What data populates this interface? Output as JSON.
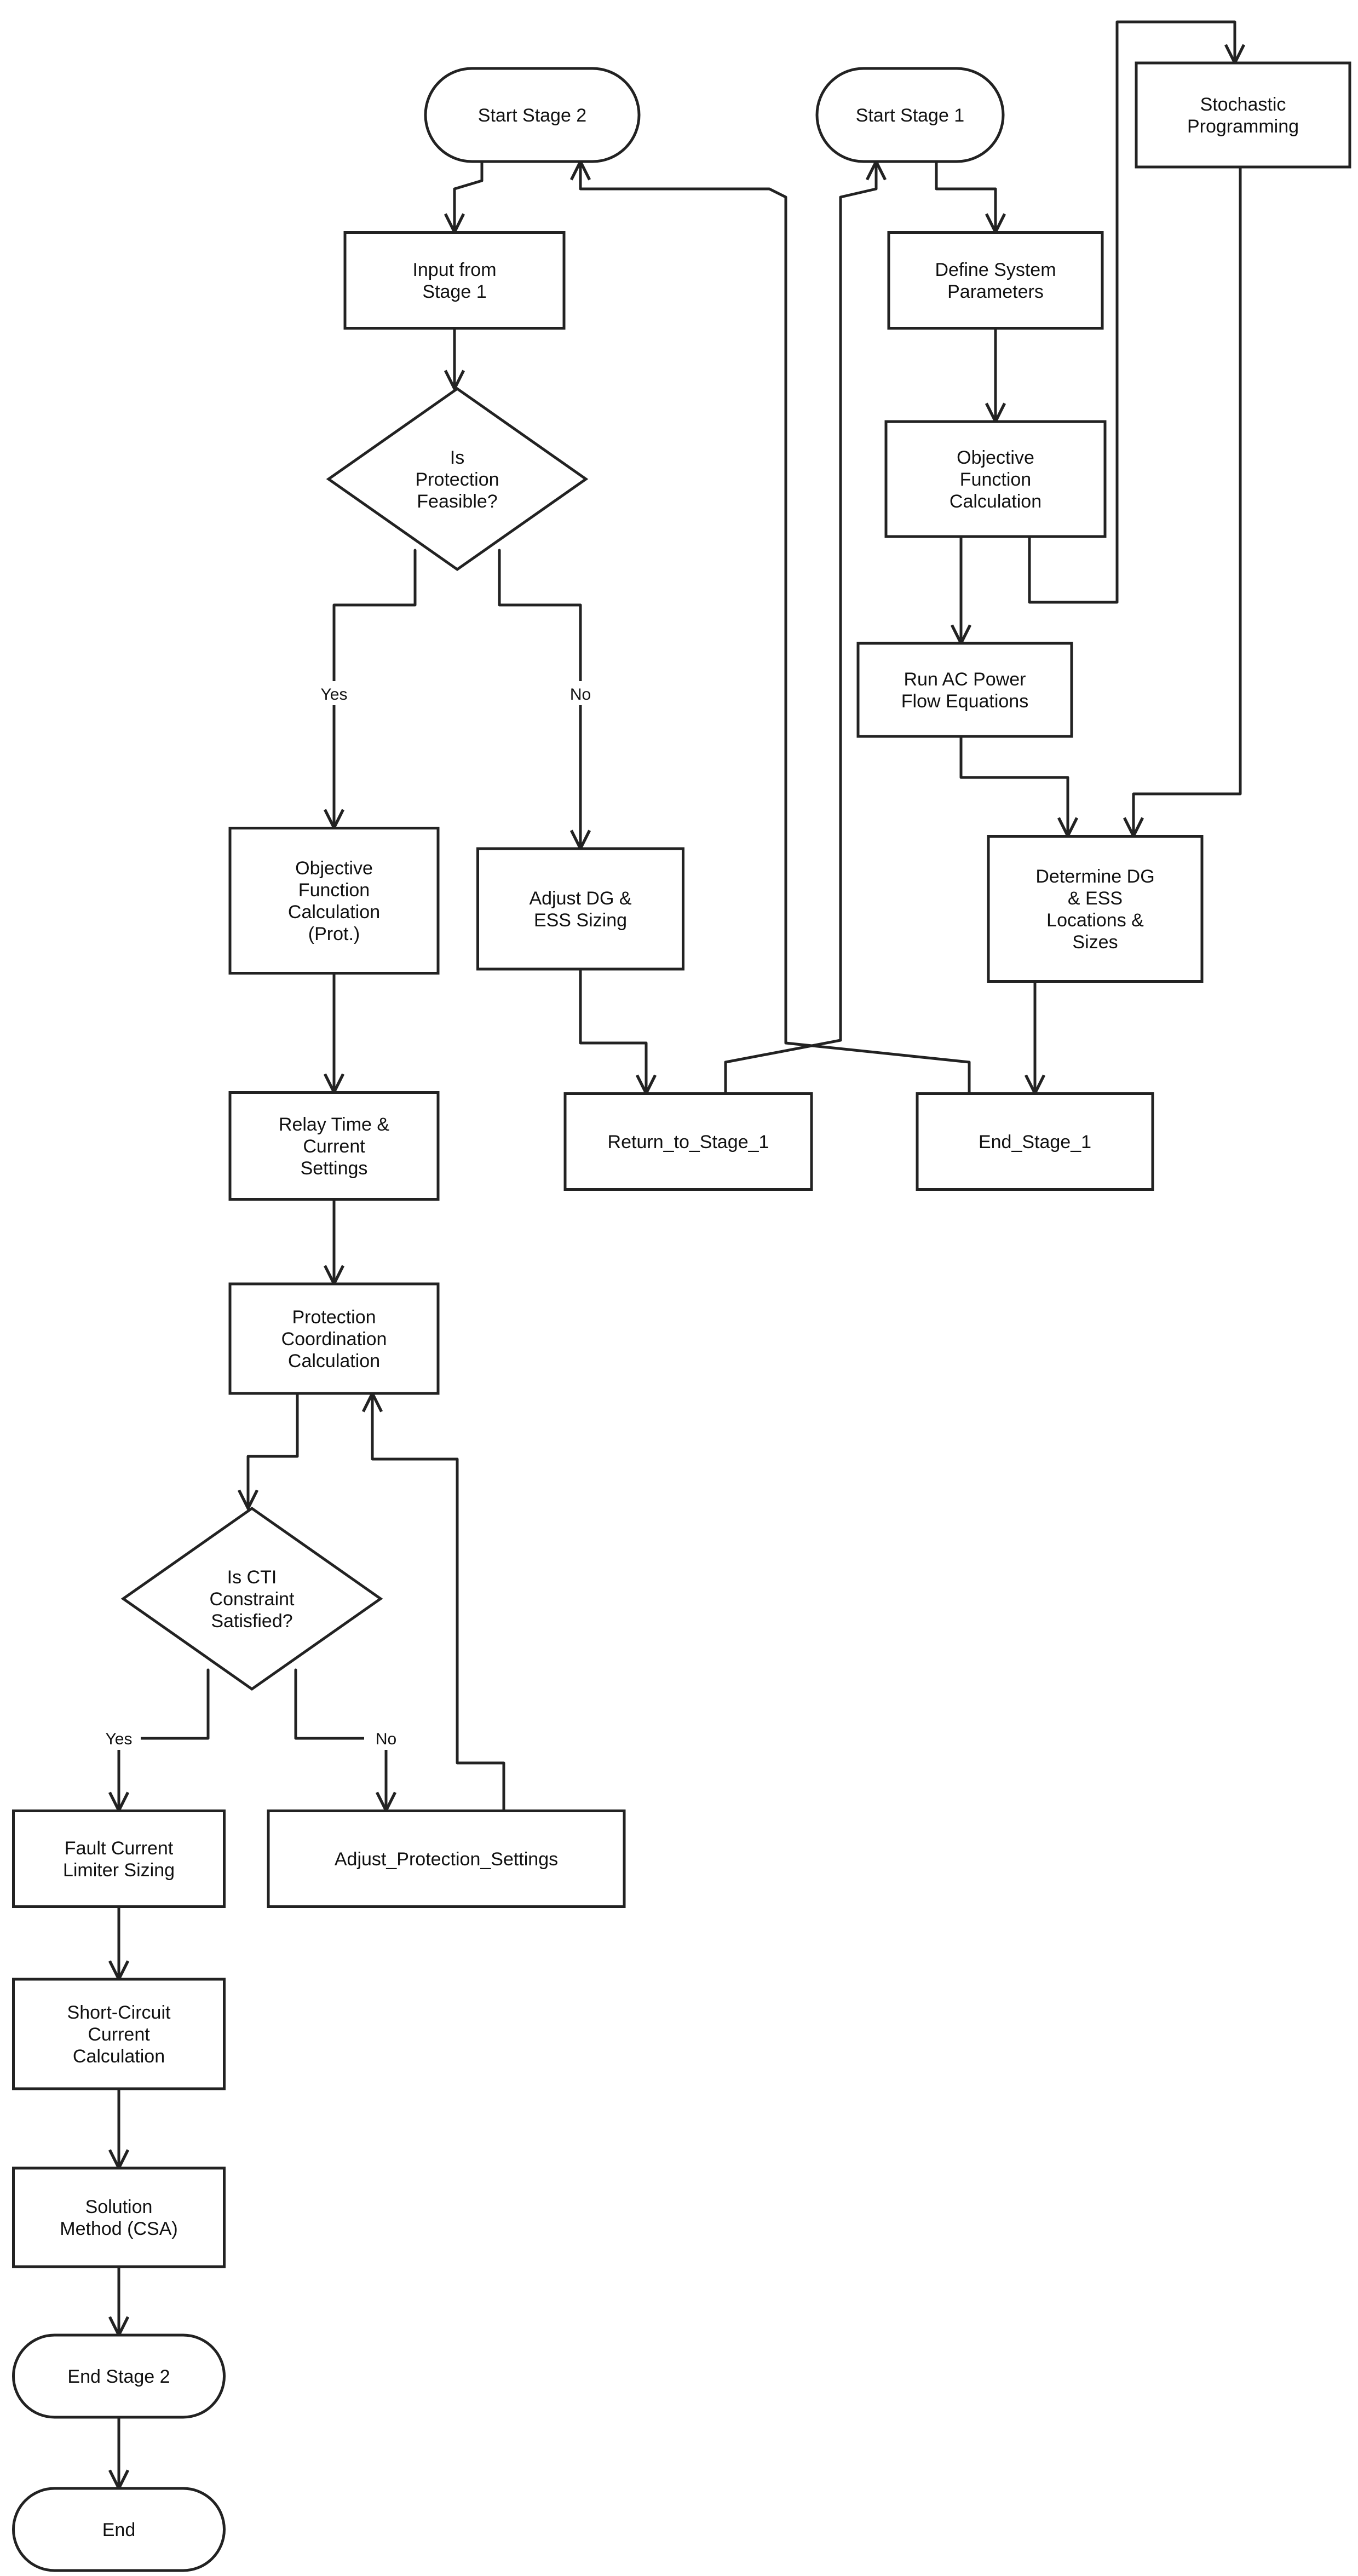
{
  "nodes": [
    {
      "id": "start_stage_2",
      "lines": [
        "Start Stage 2"
      ]
    },
    {
      "id": "start_stage_1",
      "lines": [
        "Start Stage 1"
      ]
    },
    {
      "id": "stochastic_programming",
      "lines": [
        "Stochastic",
        "Programming"
      ]
    },
    {
      "id": "input_from_stage_1",
      "lines": [
        "Input from",
        "Stage 1"
      ]
    },
    {
      "id": "define_system_parameters",
      "lines": [
        "Define System",
        "Parameters"
      ]
    },
    {
      "id": "is_protection_feasible",
      "lines": [
        "Is",
        "Protection",
        "Feasible?"
      ]
    },
    {
      "id": "objective_function_calculation",
      "lines": [
        "Objective",
        "Function",
        "Calculation"
      ]
    },
    {
      "id": "run_ac_power_flow",
      "lines": [
        "Run AC Power",
        "Flow Equations"
      ]
    },
    {
      "id": "objective_function_calculation_prot",
      "lines": [
        "Objective",
        "Function",
        "Calculation",
        "(Prot.)"
      ]
    },
    {
      "id": "adjust_dg_ess_sizing",
      "lines": [
        "Adjust DG &",
        "ESS Sizing"
      ]
    },
    {
      "id": "determine_dg_ess",
      "lines": [
        "Determine DG",
        "& ESS",
        "Locations &",
        "Sizes"
      ]
    },
    {
      "id": "relay_time_current_settings",
      "lines": [
        "Relay Time &",
        "Current",
        "Settings"
      ]
    },
    {
      "id": "return_to_stage_1",
      "lines": [
        "Return_to_Stage_1"
      ]
    },
    {
      "id": "end_stage_1",
      "lines": [
        "End_Stage_1"
      ]
    },
    {
      "id": "protection_coordination_calculation",
      "lines": [
        "Protection",
        "Coordination",
        "Calculation"
      ]
    },
    {
      "id": "is_cti_constraint_satisfied",
      "lines": [
        "Is CTI",
        "Constraint",
        "Satisfied?"
      ]
    },
    {
      "id": "fault_current_limiter_sizing",
      "lines": [
        "Fault Current",
        "Limiter Sizing"
      ]
    },
    {
      "id": "adjust_protection_settings",
      "lines": [
        "Adjust_Protection_Settings"
      ]
    },
    {
      "id": "short_circuit_current_calculation",
      "lines": [
        "Short-Circuit",
        "Current",
        "Calculation"
      ]
    },
    {
      "id": "solution_method_csa",
      "lines": [
        "Solution",
        "Method (CSA)"
      ]
    },
    {
      "id": "end_stage_2",
      "lines": [
        "End Stage 2"
      ]
    },
    {
      "id": "end",
      "lines": [
        "End"
      ]
    }
  ],
  "edge_labels": [
    {
      "id": "protection_yes",
      "text": "Yes"
    },
    {
      "id": "protection_no",
      "text": "No"
    },
    {
      "id": "cti_yes",
      "text": "Yes"
    },
    {
      "id": "cti_no",
      "text": "No"
    }
  ]
}
